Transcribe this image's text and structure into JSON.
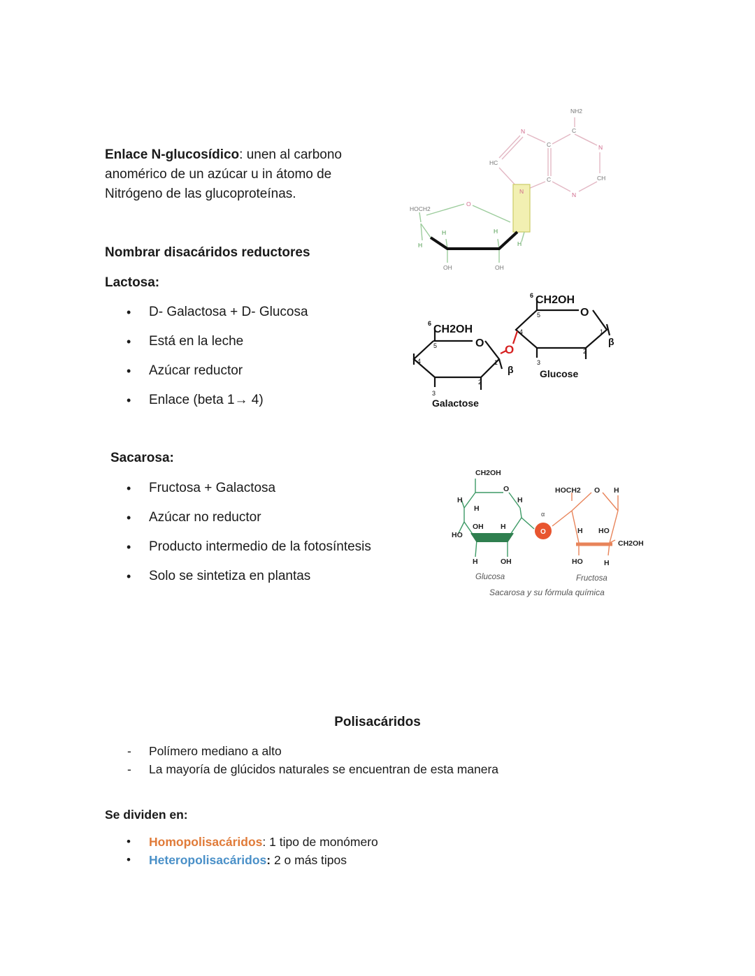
{
  "n_glucosidic": {
    "term": "Enlace N-glucosídico",
    "definition": ": unen al carbono anomérico de un azúcar u in átomo de Nitrógeno de las glucoproteínas."
  },
  "reducing": {
    "heading": "Nombrar disacáridos reductores",
    "lactosa": {
      "title": "Lactosa:",
      "items": [
        "D- Galactosa + D- Glucosa",
        "Está en la leche",
        "Azúcar reductor",
        "Enlace (beta 1→ 4)"
      ]
    },
    "sacarosa": {
      "title": "Sacarosa:",
      "items": [
        "Fructosa + Galactosa",
        "Azúcar no reductor",
        "Producto intermedio de la fotosíntesis",
        "Solo se sintetiza en plantas"
      ]
    }
  },
  "diagrams": {
    "nucleoside": {
      "labels": [
        "NH2",
        "N",
        "C",
        "N",
        "HC",
        "C",
        "CH",
        "C",
        "N",
        "N",
        "HOCH2",
        "O",
        "H",
        "H",
        "H",
        "H",
        "OH",
        "OH"
      ]
    },
    "lactose": {
      "ch2oh": "CH2OH",
      "six": "6",
      "galactose": "Galactose",
      "glucose": "Glucose",
      "o_ring": "O",
      "o_link": "O",
      "beta": "β",
      "numbers": [
        "5",
        "4",
        "1",
        "3",
        "2"
      ]
    },
    "sucrose": {
      "ch2oh_top": "CH2OH",
      "hoch2": "HOCH2",
      "ch2oh_right": "CH2OH",
      "o": "O",
      "h": "H",
      "oh": "OH",
      "ho": "HO",
      "alpha": "α",
      "glucosa": "Glucosa",
      "fructosa": "Fructosa",
      "caption": "Sacarosa y su fórmula química",
      "colors": {
        "glucose": "#3d9a66",
        "fructose": "#e8845a",
        "link": "#e8552f"
      }
    }
  },
  "polisacaridos": {
    "title": "Polisacáridos",
    "points": [
      "Polímero mediano a alto",
      "La mayoría de glúcidos naturales se encuentran de esta manera"
    ],
    "divide_heading": "Se dividen en:",
    "homo": {
      "term": "Homopolisacáridos",
      "desc": ": 1 tipo de monómero"
    },
    "hetero": {
      "term": "Heteropolisacáridos",
      "colon": ":",
      "desc": " 2 o más tipos"
    },
    "colors": {
      "homo": "#e07b39",
      "hetero": "#4a90c8"
    }
  }
}
